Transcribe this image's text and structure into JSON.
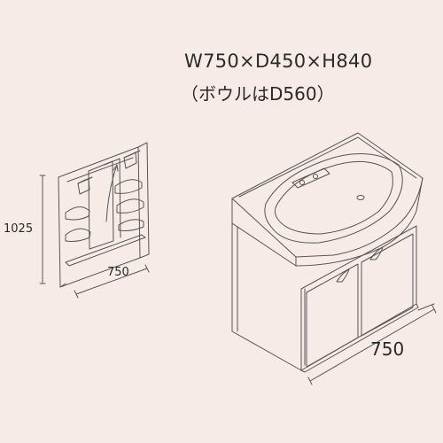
{
  "spec": {
    "dimensions": "W750×D450×H840",
    "bowl_note": "（ボウルはD560）"
  },
  "mirror_cabinet": {
    "height_label": "1025",
    "width_label": "750"
  },
  "vanity": {
    "width_label": "750"
  },
  "colors": {
    "background": "#f6ebe7",
    "line": "#555555",
    "text": "#2a2a2a"
  }
}
